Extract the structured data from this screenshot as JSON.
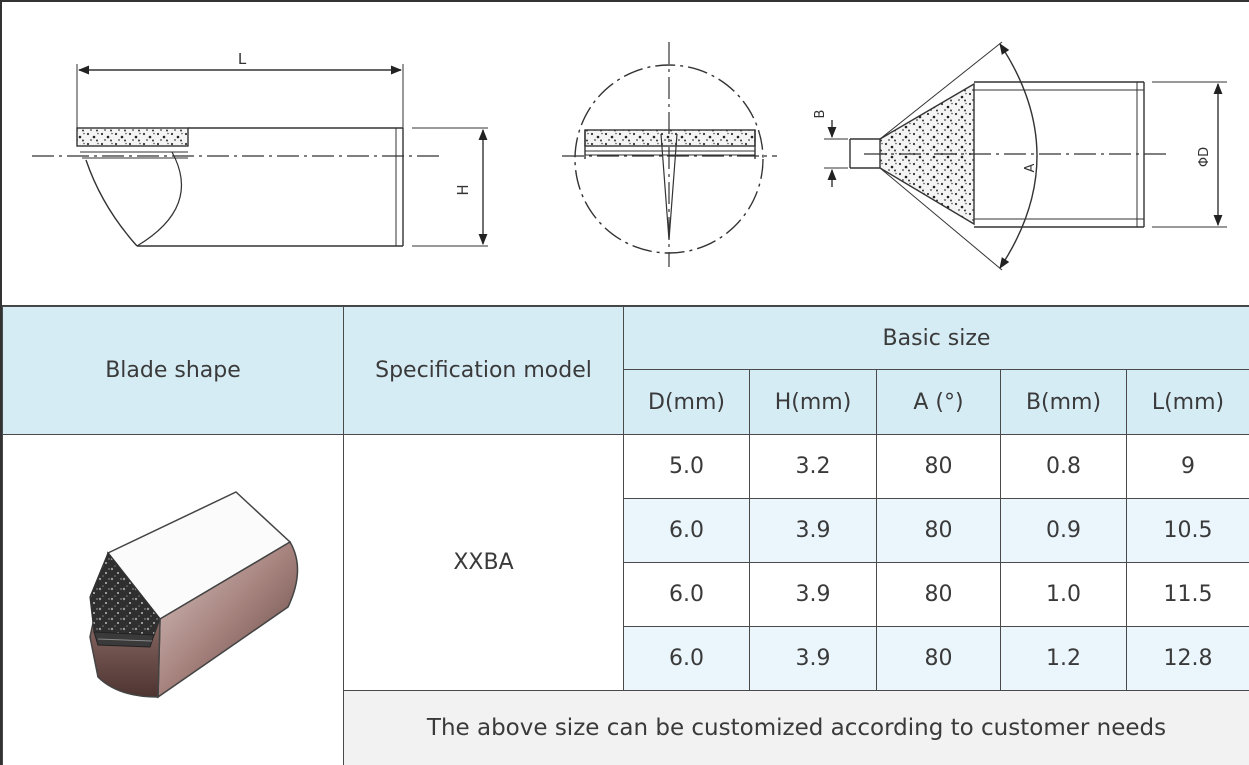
{
  "drawing": {
    "labels": {
      "length": "L",
      "height": "H",
      "angle": "A",
      "tip": "B",
      "diameter": "ΦD"
    }
  },
  "table": {
    "headers": {
      "blade_shape": "Blade shape",
      "spec_model": "Specification model",
      "basic_size": "Basic size",
      "columns": [
        "D(mm)",
        "H(mm)",
        "A (°)",
        "B(mm)",
        "L(mm)"
      ]
    },
    "model": "XXBA",
    "rows": [
      [
        "5.0",
        "3.2",
        "80",
        "0.8",
        "9"
      ],
      [
        "6.0",
        "3.9",
        "80",
        "0.9",
        "10.5"
      ],
      [
        "6.0",
        "3.9",
        "80",
        "1.0",
        "11.5"
      ],
      [
        "6.0",
        "3.9",
        "80",
        "1.2",
        "12.8"
      ]
    ],
    "note": "The above size can be customized according to customer needs"
  },
  "colors": {
    "header_bg": "#d6ecf5",
    "band_bg": "#eaf6fc",
    "note_bg": "#f2f2f2",
    "line": "#4a4a4a"
  }
}
